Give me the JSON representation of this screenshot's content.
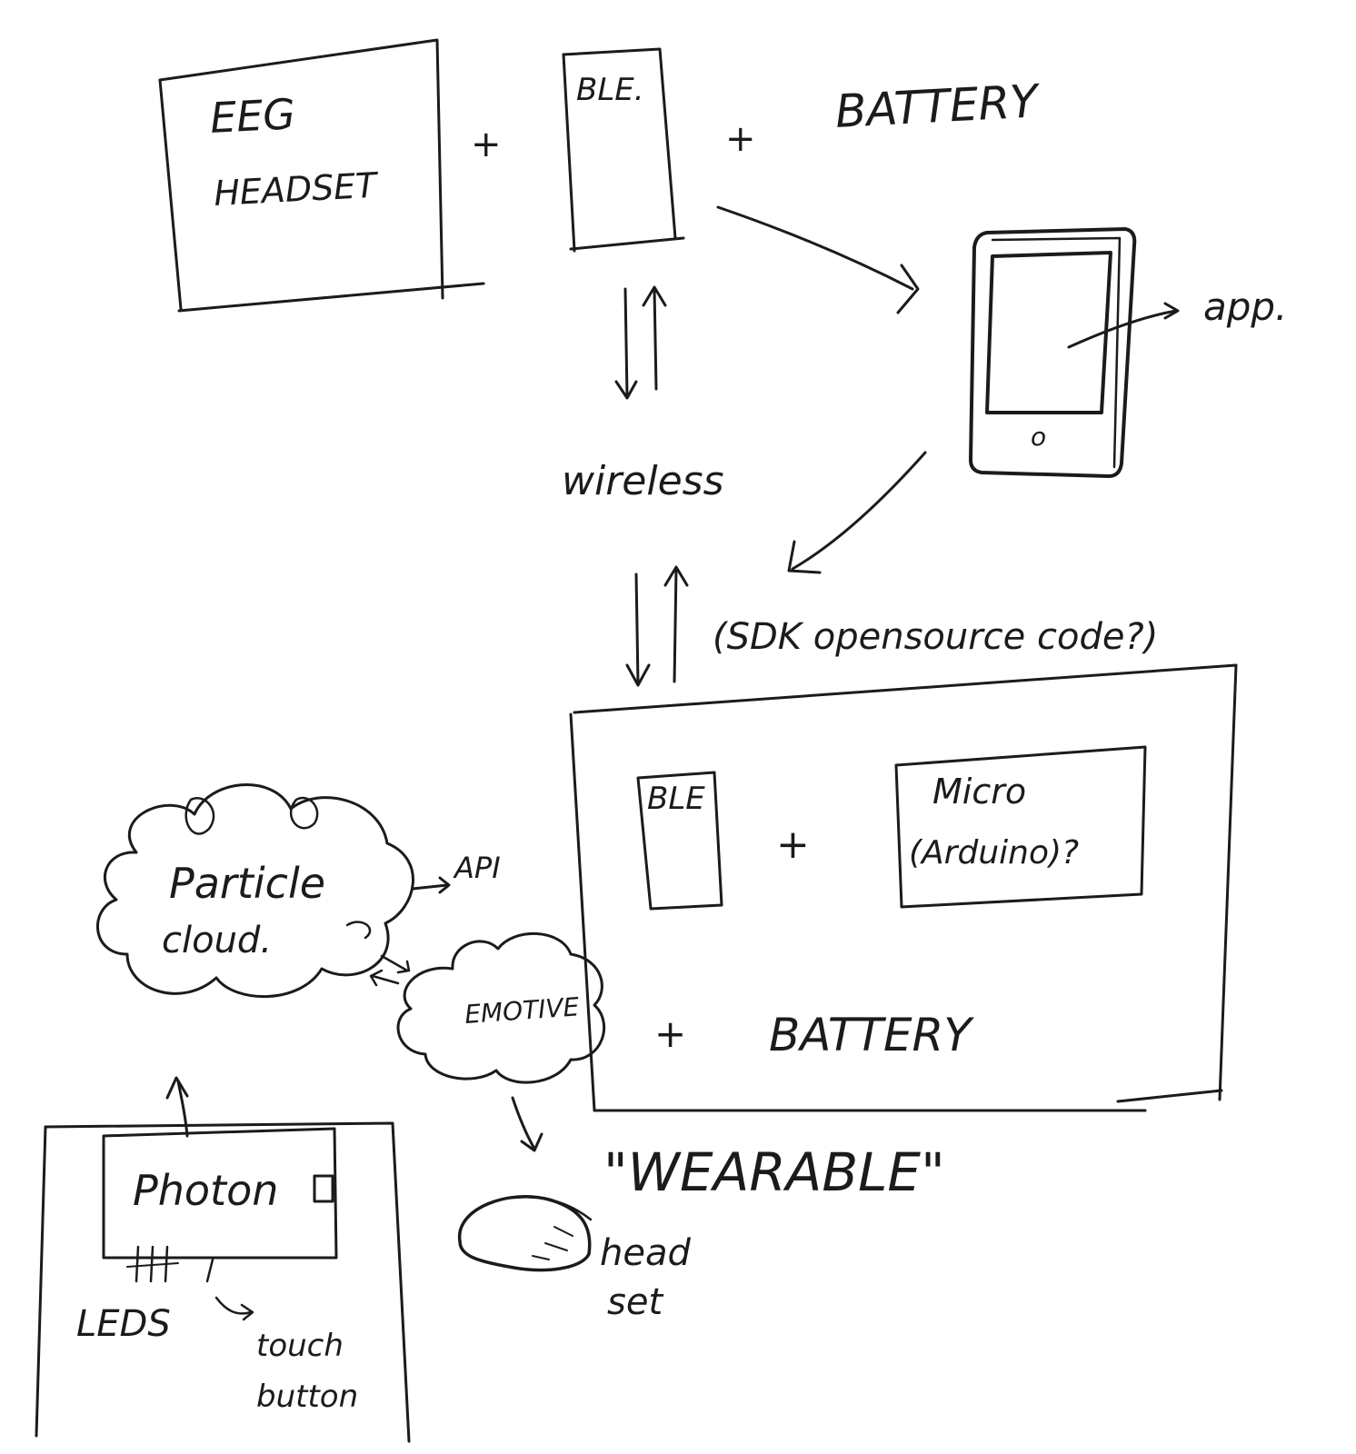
{
  "labels": {
    "eeg": "EEG",
    "headset": "HEADSET",
    "ble_top": "BLE.",
    "plus_1": "+",
    "plus_2": "+",
    "battery_top": "BATTERY",
    "app": "app.",
    "wireless": "wireless",
    "sdk_note": "(SDK opensource code?)",
    "ble_wearable": "BLE",
    "plus_3": "+",
    "micro_line1": "Micro",
    "micro_line2": "(Arduino)?",
    "plus_4": "+",
    "battery_wearable": "BATTERY",
    "wearable": "\"WEARABLE\"",
    "particle_line1": "Particle",
    "particle_line2": "cloud.",
    "api": "API",
    "emotive": "EMOTIVE",
    "photon": "Photon",
    "leds": "LEDS",
    "touch_line1": "touch",
    "touch_line2": "button",
    "head_line1": "head",
    "head_line2": "set",
    "phone_button": "o"
  }
}
